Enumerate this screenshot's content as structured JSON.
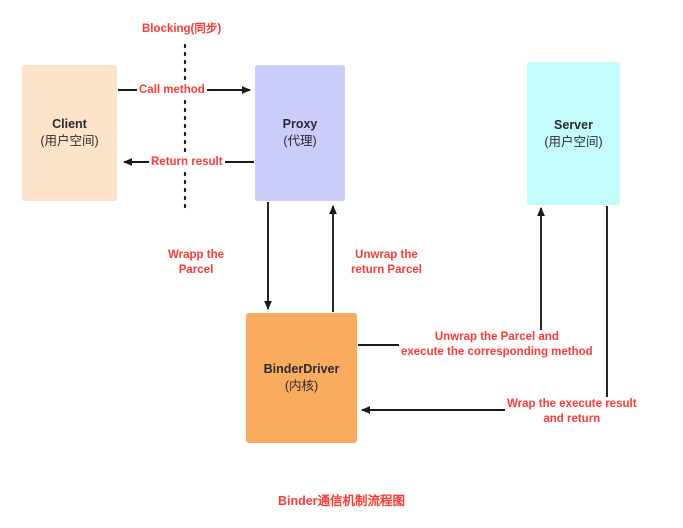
{
  "diagram": {
    "title": "Binder通信机制流程图",
    "accent_label_color": "#ff3a34",
    "node_text_color": "#2b2b33",
    "edge_color": "#1a1a1a",
    "background": "#ffffff"
  },
  "nodes": {
    "client": {
      "name": "Client",
      "subtitle": "(用户空间)",
      "color": "#fde3ca"
    },
    "proxy": {
      "name": "Proxy",
      "subtitle": "(代理)",
      "color": "#ccccfa"
    },
    "server": {
      "name": "Server",
      "subtitle": "(用户空间)",
      "color": "#c4fcfc"
    },
    "binder": {
      "name": "BinderDriver",
      "subtitle": "(内核)",
      "color": "#f9ac5f"
    }
  },
  "edges": {
    "blocking": {
      "label": "Blocking(同步)"
    },
    "call_method": {
      "label": "Call method"
    },
    "return_result": {
      "label": "Return result"
    },
    "wrapp_parcel": {
      "line1": "Wrapp the",
      "line2": "Parcel"
    },
    "unwrap_return": {
      "line1": "Unwrap the",
      "line2": "return Parcel"
    },
    "unwrap_exec": {
      "line1": "Unwrap the Parcel and",
      "line2": "execute the corresponding method"
    },
    "wrap_exec": {
      "line1": "Wrap the execute result",
      "line2": "and return"
    }
  }
}
